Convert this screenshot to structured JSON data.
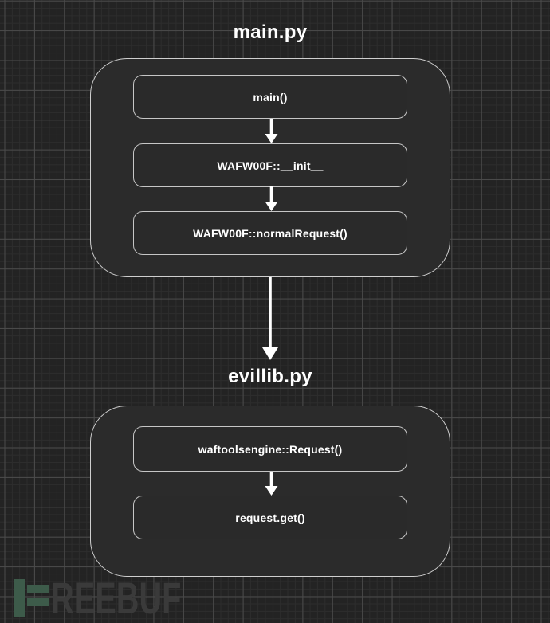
{
  "canvas": {
    "background_color": "#232323",
    "grid_minor_color": "#2d2d2d",
    "grid_major_color": "#4b4b4b"
  },
  "diagram": {
    "text_color": "#ffffff",
    "arrow_color": "#ffffff",
    "group_fill": "#2b2b2b",
    "group_border_color": "#cfcfcf",
    "node_fill": "#2a2a2a",
    "node_border_color": "#c6c6c6",
    "groups": [
      {
        "title": "main.py",
        "nodes": [
          {
            "label": "main()"
          },
          {
            "label": "WAFW00F::__init__"
          },
          {
            "label": "WAFW00F::normalRequest()"
          }
        ]
      },
      {
        "title": "evillib.py",
        "nodes": [
          {
            "label": "waftoolsengine::Request()"
          },
          {
            "label": "request.get()"
          }
        ]
      }
    ],
    "connections": [
      {
        "from": "main()",
        "to": "WAFW00F::__init__"
      },
      {
        "from": "WAFW00F::__init__",
        "to": "WAFW00F::normalRequest()"
      },
      {
        "from": "main.py",
        "to": "evillib.py"
      },
      {
        "from": "waftoolsengine::Request()",
        "to": "request.get()"
      }
    ]
  },
  "watermark": {
    "brand": "FREEBUF",
    "visible_text": "REEBUF",
    "logo_color": "#3d5b4a",
    "text_color": "#3a3a3a"
  }
}
